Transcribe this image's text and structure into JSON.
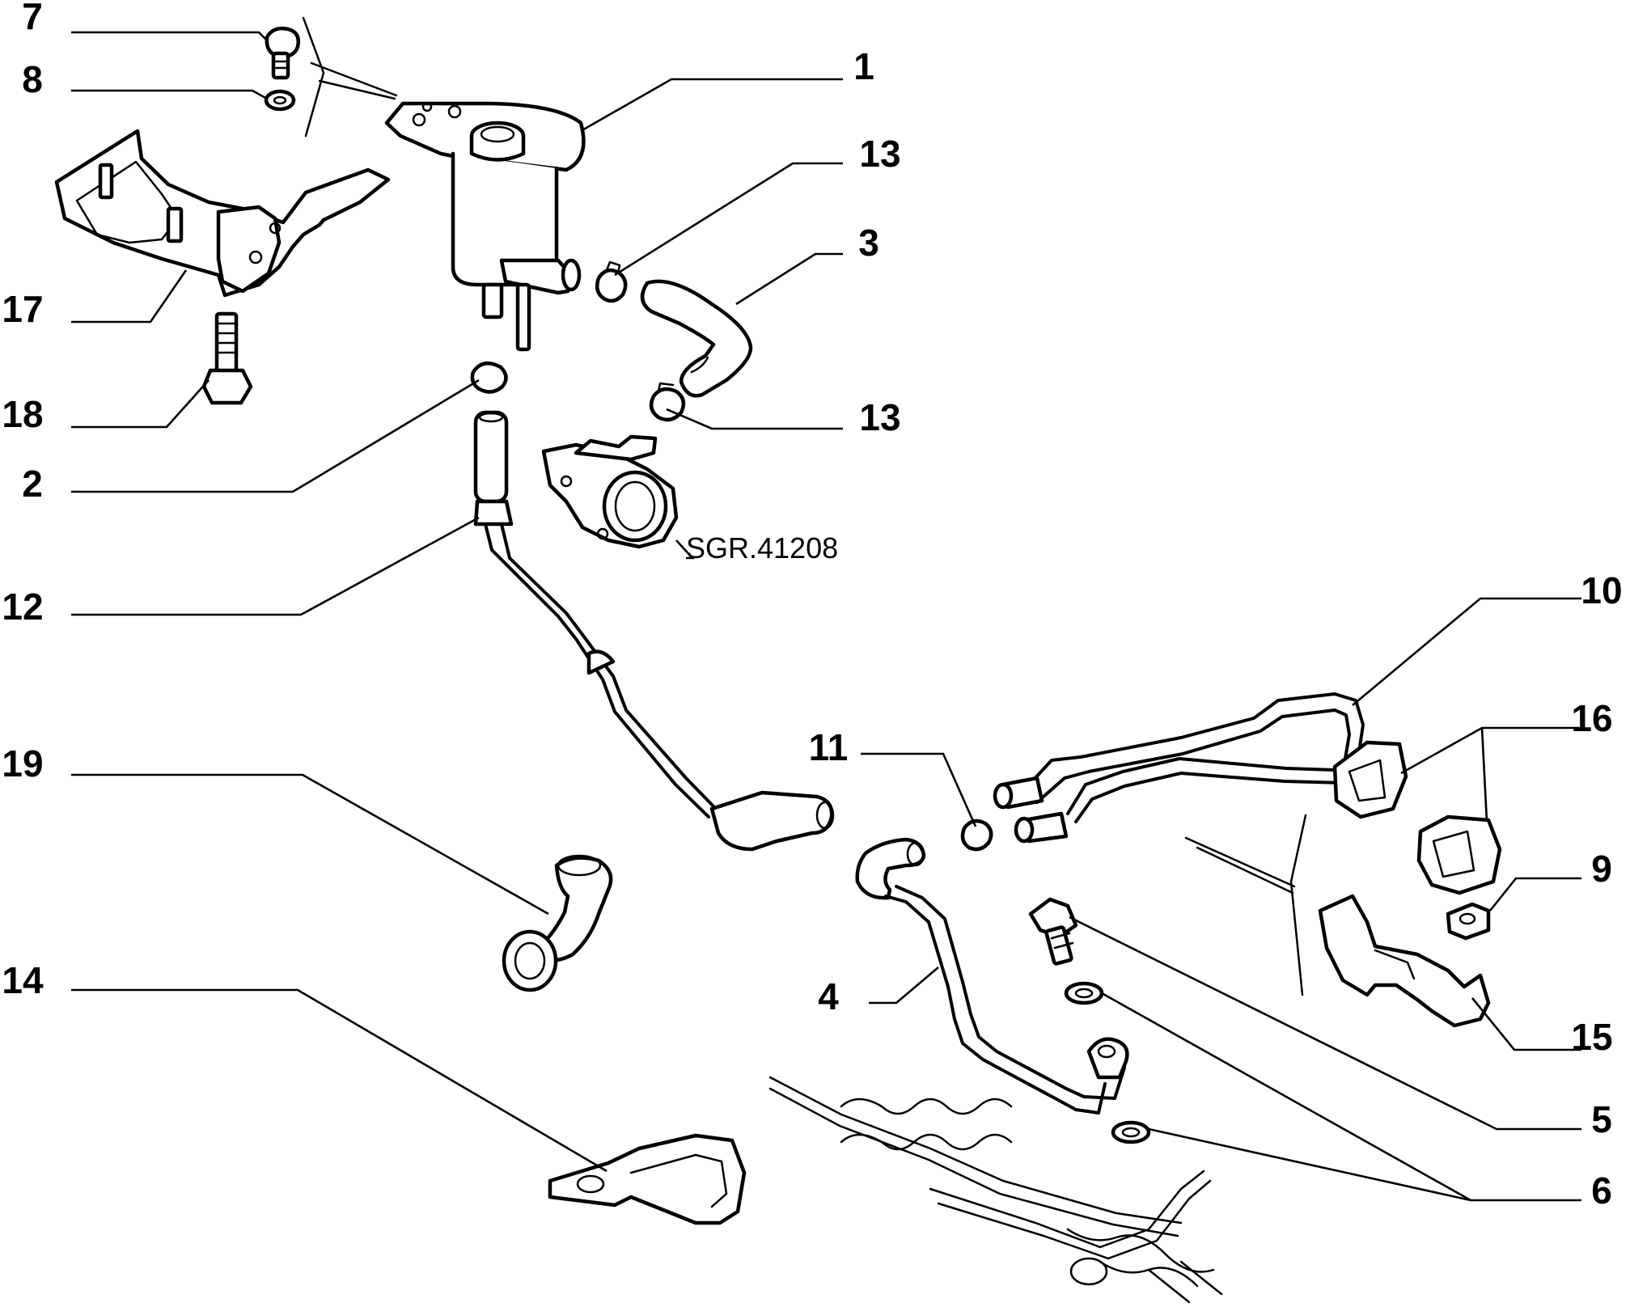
{
  "callouts": {
    "c1": "1",
    "c2": "2",
    "c3": "3",
    "c4": "4",
    "c5": "5",
    "c6": "6",
    "c7": "7",
    "c8": "8",
    "c9": "9",
    "c10": "10",
    "c11": "11",
    "c12": "12",
    "c13a": "13",
    "c13b": "13",
    "c14": "14",
    "c15": "15",
    "c16": "16",
    "c17": "17",
    "c18": "18",
    "c19": "19"
  },
  "reference_code": "SGR.41208"
}
